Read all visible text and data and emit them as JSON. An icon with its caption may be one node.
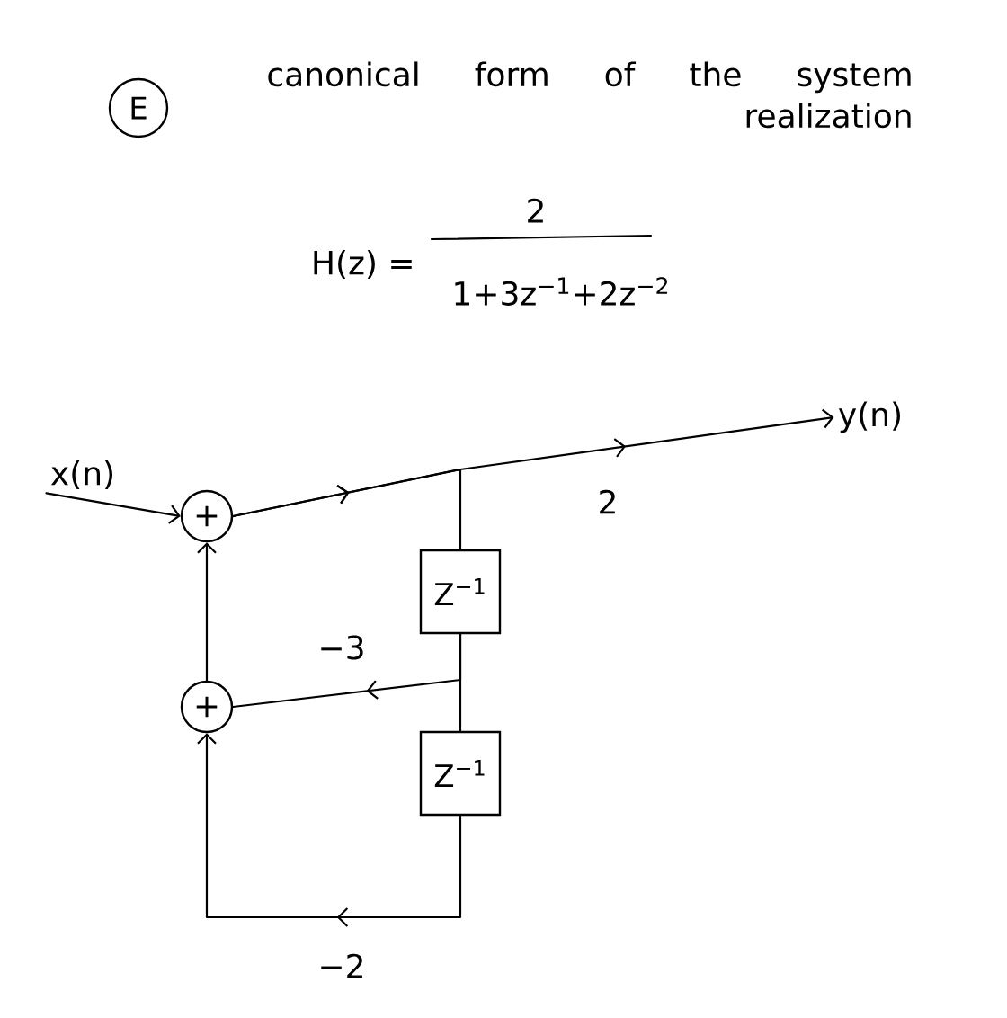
{
  "diagram": {
    "title": "canonical form of the system realization",
    "nodes": [
      {
        "text": [
          "E"
        ]
      },
      {
        "text": [
          "y(n)"
        ]
      },
      {
        "text": [
          "x(n)"
        ]
      },
      {
        "text": [
          "+"
        ]
      },
      {
        "text": [
          "Z$^{−1}$"
        ]
      },
      {
        "text": [
          "+"
        ]
      },
      {
        "text": [
          "Z$^{−1}$"
        ]
      }
    ],
    "edges": [
      {
        "from": 2,
        "to": 3,
        "arrow": "to"
      },
      {
        "from": 3,
        "to": 1,
        "arrow": "to",
        "label": "2"
      },
      {
        "from": 3,
        "to": 4,
        "arrow": "to"
      },
      {
        "from": 4,
        "to": 6,
        "arrow": "none"
      },
      {
        "from": 4,
        "to": 5,
        "arrow": "to",
        "label": "−3"
      },
      {
        "from": 6,
        "to": 5,
        "arrow": "to",
        "label": "−2"
      },
      {
        "from": 5,
        "to": 3,
        "arrow": "to"
      }
    ],
    "labels": [
      "H(z) =",
      "2",
      "1+3z$^{−1}$+2z$^{−2}$"
    ]
  }
}
